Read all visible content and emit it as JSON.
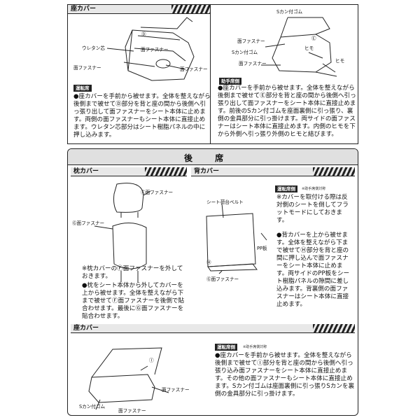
{
  "top_left": {
    "title": "座カバー",
    "labels": [
      "Ⓓ",
      "ウレタン芯",
      "面ファスナー",
      "面ファスナー",
      "面ファスナー"
    ],
    "note_badge": "運転席",
    "text": "●座カバーを手前から被せます。全体を整えながら後側まで被せてⒹ部分を背と座の間から後側へ引っ張り出して面ファスナーをシート本体に止めます。両側の面ファスナーもシート本体に直接止めます。ウレタン芯部分はシート樹脂パネルの中に押し込みます。"
  },
  "top_right": {
    "labels": [
      "Sカン付ゴム",
      "Ⓔ",
      "面ファスナー",
      "ヒモ",
      "Sカン付ゴム",
      "面ファスナー",
      "ヒモ"
    ],
    "note_badge": "助手席側",
    "text": "●座カバーを手前から被せます。全体を整えながら後側まで被せてⒺ部分を背と座の間から後側へ引っ張り出して面ファスナーをシート本体に直接止めます。前後のSカン付ゴムを座面裏側に引っ張り、裏側の金具部分に引っ掛けます。両サイドの面ファスナーはシート本体に直接止めます。内側のヒモを下から外側へ引っ張り外側のヒモと結びます。"
  },
  "rear": {
    "heading": "後 席",
    "headrest": {
      "title": "枕カバー",
      "labels": [
        "Ⓕ面ファスナー",
        "Ⓖ面ファスナー"
      ],
      "note1": "※枕カバーのⒻ面ファスナーを外しておきます。",
      "text": "●枕をシート本体から外してカバーを上から被せます。全体を整えながら下まで被せてⒻ面ファスナーを後側で貼合わせます。最後にⒼ面ファスナーを貼合わせます。"
    },
    "back": {
      "title": "背カバー",
      "note_badge": "運転席側",
      "note_small": "※助手席側対称",
      "labels": [
        "シート荷台ベルト",
        "PP板",
        "Ⓗ",
        "Ⓖ面ファスナー"
      ],
      "note1": "※カバーを取付ける際は反対側のシートを倒してフラットモードにしておきます。",
      "text": "●背カバーを上から被せます。全体を整えながら下まで被せてⒽ部分を背と座の間に押し込んで面ファスナーをシート本体に止めます。両サイドのPP板をシート樹脂パネルの隙間に差し込みます。背裏側の面ファスナーはシート本体に直接止めます。"
    },
    "seat": {
      "title": "座カバー",
      "note_badge": "運転席側",
      "note_small": "※助手席側対称",
      "labels": [
        "Ⓘ",
        "面ファスナー",
        "Sカン付ゴム",
        "面ファスナー"
      ],
      "text": "●座カバーを手前から被せます。全体を整えながら後側まで被せてⒾ部分を背と座の間から後側へ引っ張り込み面ファスナーをシート本体に直接止めます。その他の面ファスナーもシート本体に直接止めます。Sカン付ゴムは座面裏側に引っ張りSカンを裏側の金具部分に引っ掛けます。"
    }
  }
}
